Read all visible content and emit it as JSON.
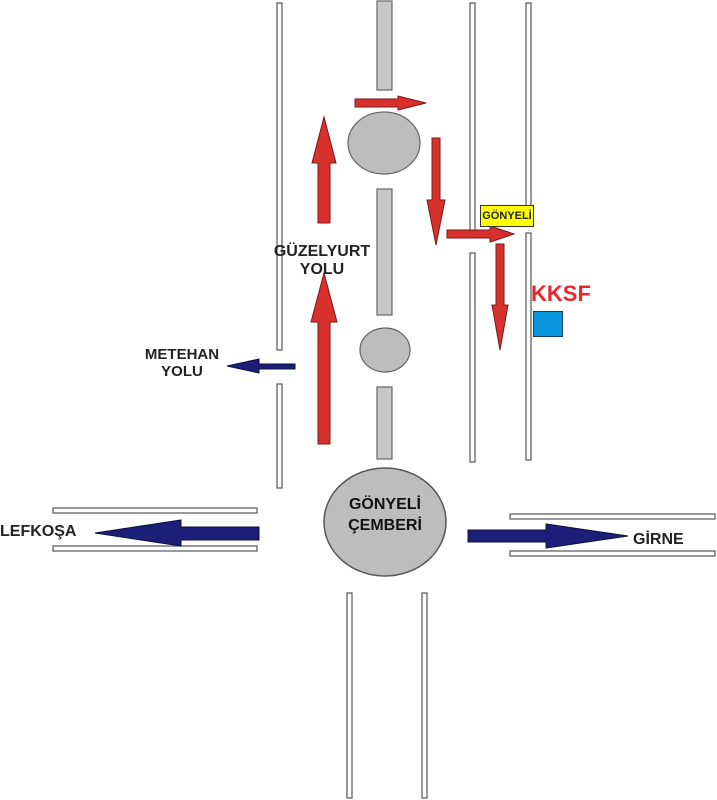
{
  "labels": {
    "guzelyurt_line1": "GÜZELYURT",
    "guzelyurt_line2": "YOLU",
    "metehan_line1": "METEHAN",
    "metehan_line2": "YOLU",
    "lefkosa": "LEFKOŞA",
    "girne": "GİRNE",
    "roundabout_line1": "GÖNYELİ",
    "roundabout_line2": "ÇEMBERİ",
    "sign": "GÖNYELİ",
    "kksf": "KKSF"
  },
  "colors": {
    "road_line": "#8a8a8a",
    "median": "#c8c8c8",
    "roundabout": "#bdbdbd",
    "arrow_red": "#d8312d",
    "arrow_navy": "#1b1f78",
    "sign_bg": "#ffff00",
    "kksf_text": "#e8282b",
    "kksf_box": "#0a97e0"
  }
}
